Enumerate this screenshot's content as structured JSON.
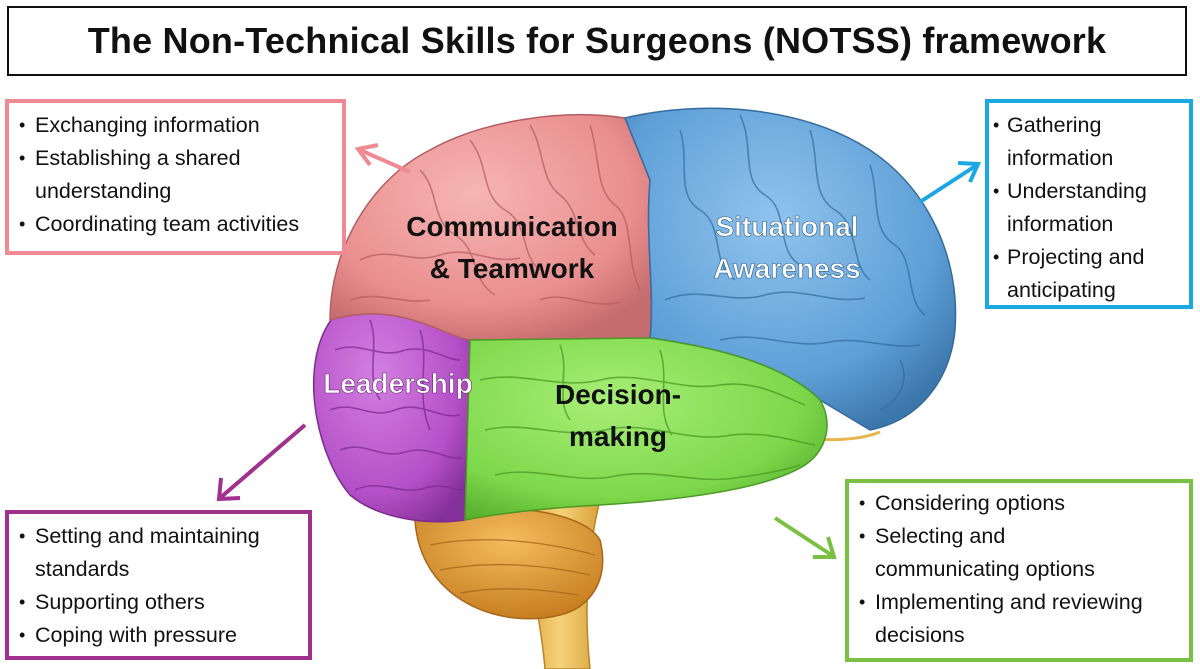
{
  "title": "The Non-Technical Skills for Surgeons (NOTSS) framework",
  "colors": {
    "communication": "#ef8a92",
    "situational": "#1aa7e3",
    "leadership": "#a0318f",
    "decision": "#7ac143",
    "brain_pink": "#e98f8f",
    "brain_blue": "#5e9fd6",
    "brain_purple": "#b550c8",
    "brain_green": "#7dd84a",
    "brain_orange": "#e0982e",
    "brain_stem": "#e8b84a"
  },
  "regions": {
    "communication": {
      "line1": "Communication",
      "line2": "& Teamwork"
    },
    "situational": {
      "line1": "Situational",
      "line2": "Awareness"
    },
    "leadership": {
      "line1": "Leadership"
    },
    "decision": {
      "line1": "Decision-",
      "line2": "making"
    }
  },
  "boxes": {
    "communication": {
      "items": [
        [
          "Exchanging information"
        ],
        [
          "Establishing a shared",
          "understanding"
        ],
        [
          "Coordinating team activities"
        ]
      ]
    },
    "situational": {
      "items": [
        [
          "Gathering",
          "information"
        ],
        [
          "Understanding",
          "information"
        ],
        [
          "Projecting and",
          "anticipating"
        ]
      ]
    },
    "leadership": {
      "items": [
        [
          "Setting and maintaining",
          "standards"
        ],
        [
          "Supporting others"
        ],
        [
          "Coping with pressure"
        ]
      ]
    },
    "decision": {
      "items": [
        [
          "Considering options"
        ],
        [
          "Selecting and",
          "communicating options"
        ],
        [
          "Implementing and reviewing",
          "decisions"
        ]
      ]
    }
  }
}
